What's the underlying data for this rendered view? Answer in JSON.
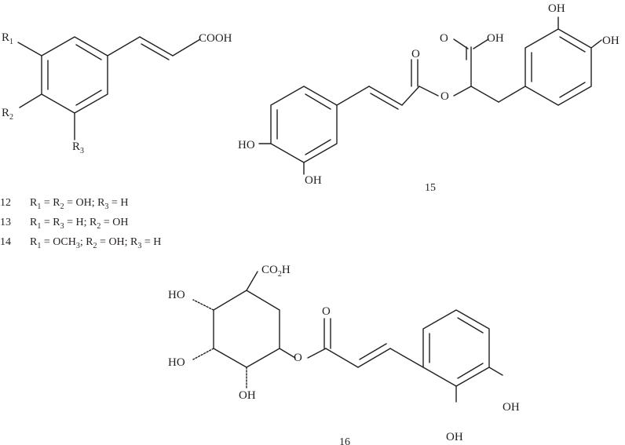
{
  "structure_12_14": {
    "r1": "R",
    "r1_sub": "1",
    "r2": "R",
    "r2_sub": "2",
    "r3": "R",
    "r3_sub": "3",
    "acid": "COOH"
  },
  "compound_table": [
    {
      "id": "12",
      "parts": [
        "R",
        "1",
        " = R",
        "2",
        " = OH; R",
        "3",
        " = H"
      ]
    },
    {
      "id": "13",
      "parts": [
        "R",
        "1",
        " = R",
        "3",
        " = H; R",
        "2",
        " = OH"
      ]
    },
    {
      "id": "14",
      "parts": [
        "R",
        "1",
        " = OCH",
        "3",
        "; R",
        "2",
        " = OH; R",
        "3",
        " = H"
      ]
    }
  ],
  "structure_15": {
    "number": "15",
    "carbonyl_o": "O",
    "acid_oh": "OH",
    "acid_o": "O",
    "ester_o": "O",
    "ring_left_oh_1": "HO",
    "ring_left_oh_2": "OH",
    "ring_right_oh_1": "OH",
    "ring_right_oh_2": "OH"
  },
  "structure_16": {
    "number": "16",
    "acid_co": "CO",
    "acid_sub": "2",
    "acid_h": "H",
    "ho_top": "HO",
    "ho_mid": "HO",
    "oh_bottom": "OH",
    "ester_o": "O",
    "carbonyl_o": "O",
    "ring_oh_1": "OH",
    "ring_oh_2": "OH"
  }
}
